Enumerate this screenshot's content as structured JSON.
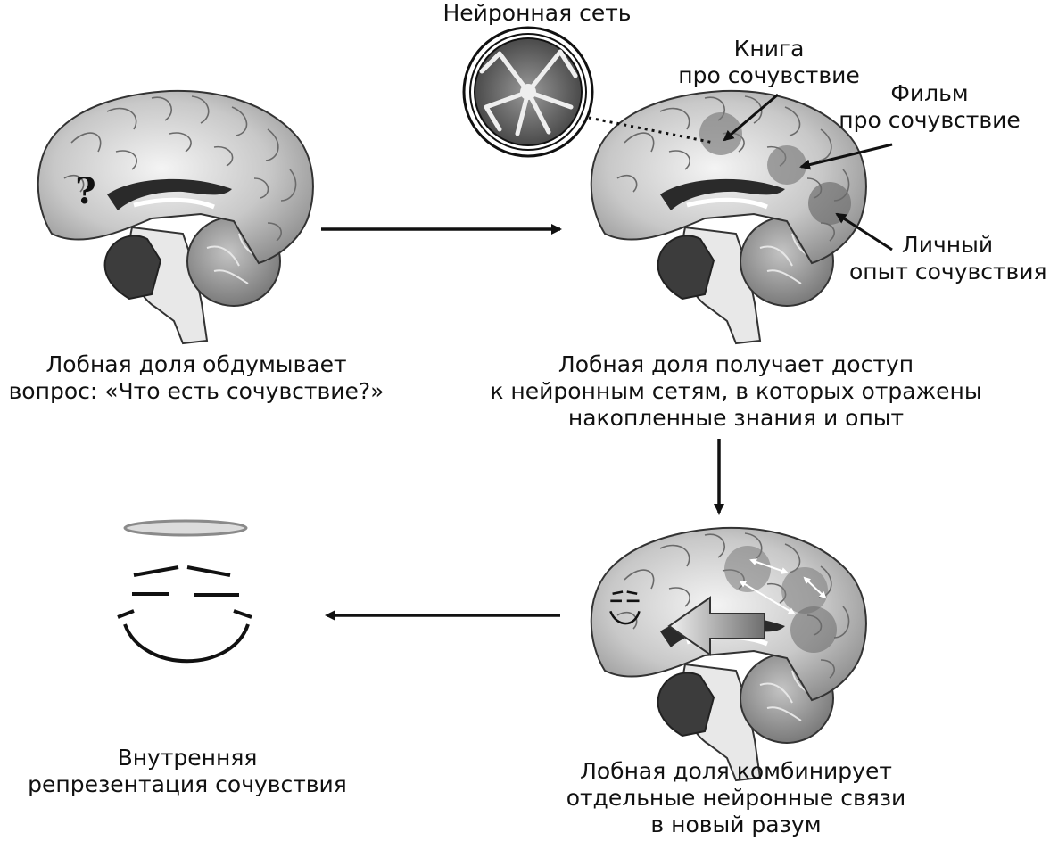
{
  "neural_net": {
    "label": "Нейронная сеть"
  },
  "labels": {
    "book": [
      "Книга",
      "про сочувствие"
    ],
    "film": [
      "Фильм",
      "про сочувствие"
    ],
    "personal": [
      "Личный",
      "опыт сочувствия"
    ]
  },
  "captions": {
    "step1": [
      "Лобная доля обдумывает",
      "вопрос: «Что есть сочувствие?»"
    ],
    "step2": [
      "Лобная доля получает доступ",
      "к нейронным сетям, в которых отражены",
      "накопленные знания и опыт"
    ],
    "step3": [
      "Лобная доля комбинирует",
      "отдельные нейронные связи",
      "в новый разум"
    ],
    "step4": [
      "Внутренняя",
      "репрезентация сочувствия"
    ]
  },
  "symbols": {
    "question_mark": "?"
  },
  "colors": {
    "ink": "#111111",
    "halo": "#8a8a8a"
  }
}
